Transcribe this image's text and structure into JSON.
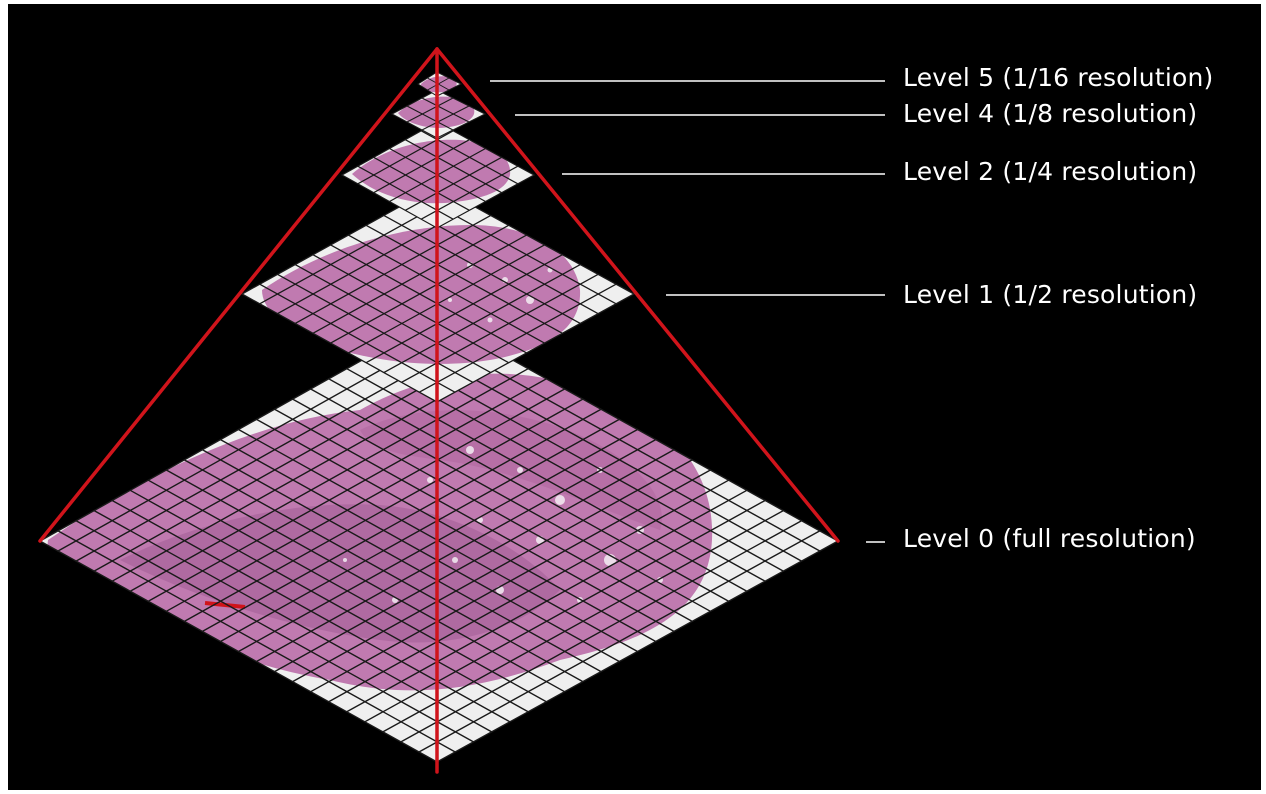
{
  "diagram": {
    "type": "image-pyramid",
    "colors": {
      "background": "#000000",
      "pyramid_edges": "#d0141b",
      "tile_grid": "#1a1a1a",
      "tile_empty": "#efefef",
      "tissue": "#c07ab0",
      "tissue_dark": "#9c5690",
      "leader_lines": "#ffffff",
      "label_text": "#ffffff"
    },
    "levels": [
      {
        "id": "level-5",
        "label": "Level 5 (1/16 resolution)"
      },
      {
        "id": "level-4",
        "label": "Level 4 (1/8 resolution)"
      },
      {
        "id": "level-2",
        "label": "Level 2 (1/4 resolution)"
      },
      {
        "id": "level-1",
        "label": "Level 1 (1/2 resolution)"
      },
      {
        "id": "level-0",
        "label": "Level 0 (full resolution)"
      }
    ]
  }
}
